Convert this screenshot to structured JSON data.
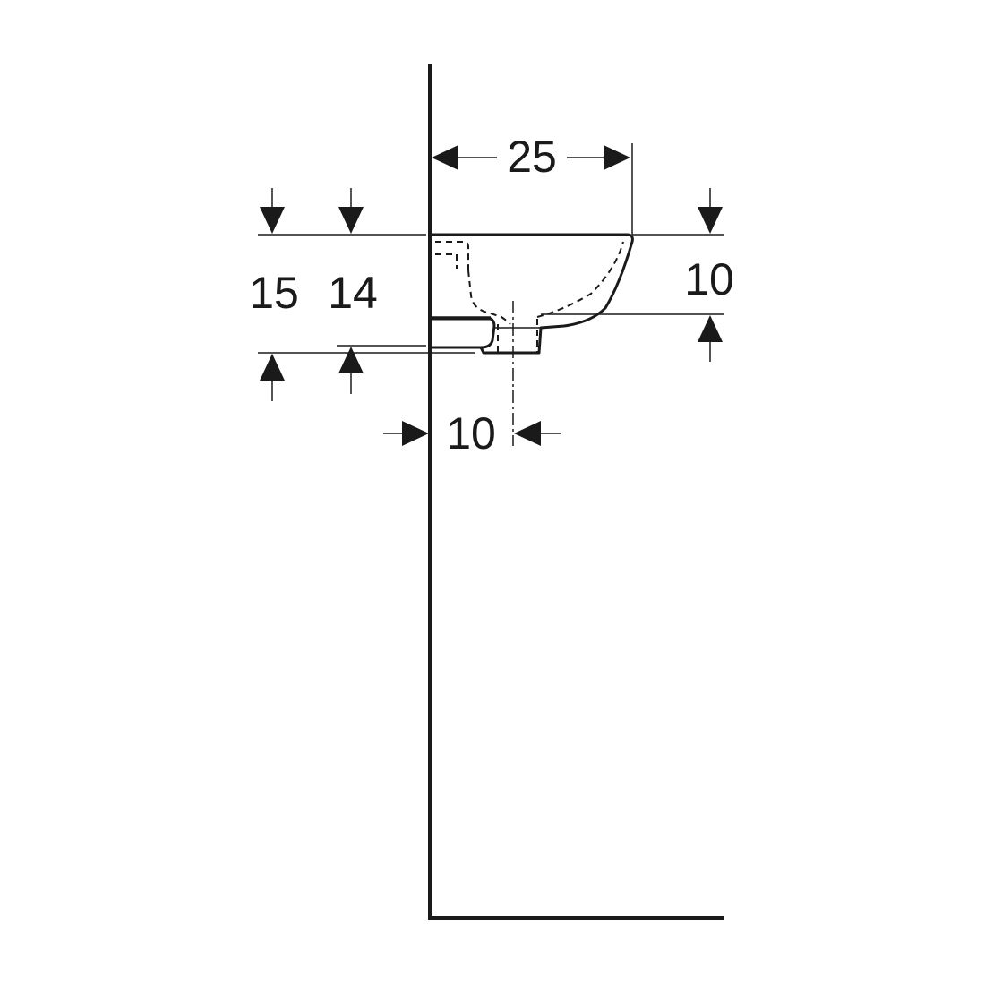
{
  "diagram": {
    "dimensions": {
      "width_top": "25",
      "height_outer": "15",
      "height_inner": "14",
      "bowl_depth": "10",
      "drain_offset": "10"
    },
    "colors": {
      "line": "#1a1a1a",
      "background": "#ffffff"
    }
  }
}
